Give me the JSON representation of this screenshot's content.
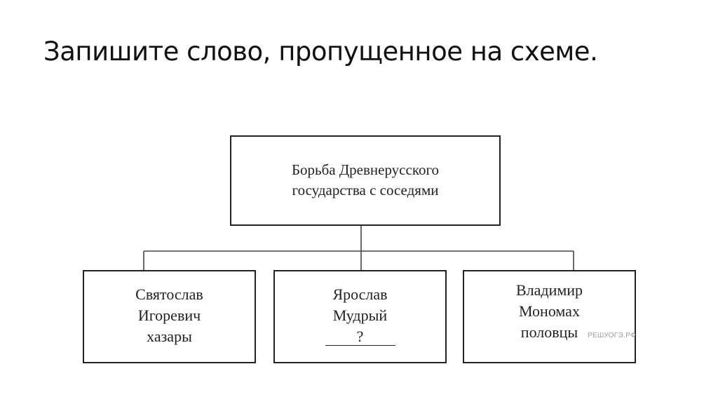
{
  "slide": {
    "title": "Запишите слово, пропущенное на схеме."
  },
  "diagram": {
    "root": {
      "line1": "Борьба Древнерусского",
      "line2": "государства с соседями"
    },
    "children": [
      {
        "line1": "Святослав",
        "line2": "Игоревич",
        "line3": "хазары"
      },
      {
        "line1": "Ярослав",
        "line2": "Мудрый",
        "line3": "?"
      },
      {
        "line1": "Владимир",
        "line2": "Мономах",
        "line3": "половцы"
      }
    ]
  },
  "watermark": "РЕШУОГЭ.РФ",
  "colors": {
    "line": "#222222",
    "text": "#222222",
    "background": "#ffffff"
  }
}
